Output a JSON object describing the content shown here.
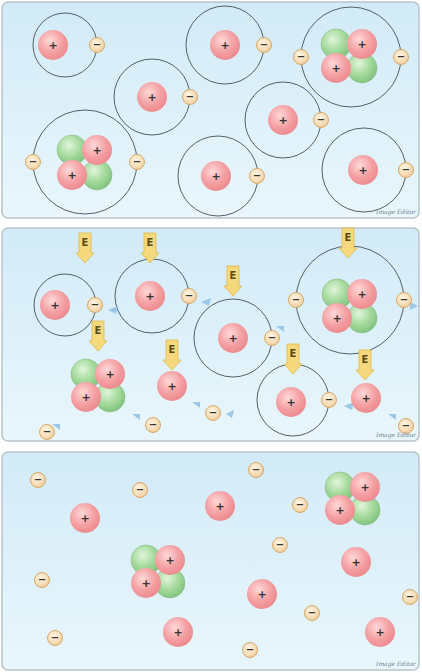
{
  "diagram": {
    "nodes": [
      {
        "text": [
          "+"
        ]
      },
      {
        "text": [
          "−"
        ]
      },
      {
        "text": [
          "+"
        ]
      },
      {
        "text": [
          "−"
        ]
      },
      {
        "text": [
          "−"
        ]
      },
      {
        "text": [
          "+"
        ]
      },
      {
        "text": [
          "+"
        ]
      },
      {
        "text": [
          "−"
        ]
      },
      {
        "text": [
          "+"
        ]
      },
      {
        "text": [
          "−"
        ]
      },
      {
        "text": [
          "+"
        ]
      },
      {
        "text": [
          "−"
        ]
      },
      {
        "text": [
          "−"
        ]
      },
      {
        "text": [
          "+"
        ]
      },
      {
        "text": [
          "+"
        ]
      },
      {
        "text": [
          "−"
        ]
      },
      {
        "text": [
          "+"
        ]
      },
      {
        "text": [
          "−"
        ]
      },
      {
        "text": [
          "+"
        ]
      },
      {
        "text": [
          "−"
        ]
      },
      {
        "text": [
          "+"
        ]
      },
      {
        "text": [
          "−"
        ]
      },
      {
        "text": [
          "+"
        ]
      },
      {
        "text": [
          "−"
        ]
      },
      {
        "text": [
          "−"
        ]
      },
      {
        "text": [
          "+"
        ]
      },
      {
        "text": [
          "+"
        ]
      },
      {
        "text": [
          "−"
        ]
      },
      {
        "text": [
          "+"
        ]
      },
      {
        "text": [
          "−"
        ]
      },
      {
        "text": [
          "+"
        ]
      },
      {
        "text": [
          "+"
        ]
      },
      {
        "text": [
          "−"
        ]
      },
      {
        "text": [
          "+"
        ]
      },
      {
        "text": [
          "−"
        ]
      },
      {
        "text": [
          "−"
        ]
      },
      {
        "text": [
          "+"
        ]
      },
      {
        "text": [
          "−"
        ]
      },
      {
        "text": [
          "+"
        ]
      },
      {
        "text": [
          "−"
        ]
      },
      {
        "text": [
          "−"
        ]
      },
      {
        "text": [
          "−"
        ]
      },
      {
        "text": [
          "−"
        ]
      },
      {
        "text": [
          "+"
        ]
      },
      {
        "text": [
          "+"
        ]
      },
      {
        "text": [
          "−"
        ]
      },
      {
        "text": [
          "+"
        ]
      },
      {
        "text": [
          "+"
        ]
      },
      {
        "text": [
          "−"
        ]
      },
      {
        "text": [
          "+"
        ]
      },
      {
        "text": [
          "+"
        ]
      },
      {
        "text": [
          "+"
        ]
      },
      {
        "text": [
          "−"
        ]
      },
      {
        "text": [
          "+"
        ]
      },
      {
        "text": [
          "−"
        ]
      },
      {
        "text": [
          "−"
        ]
      },
      {
        "text": [
          "−"
        ]
      },
      {
        "text": [
          "+"
        ]
      },
      {
        "text": [
          "+"
        ]
      },
      {
        "text": [
          "−"
        ]
      }
    ],
    "labels": [
      "E",
      "E",
      "E",
      "E",
      "E",
      "E",
      "E",
      "E",
      "Image Editor",
      "Image Editor",
      "Image Editor"
    ]
  }
}
